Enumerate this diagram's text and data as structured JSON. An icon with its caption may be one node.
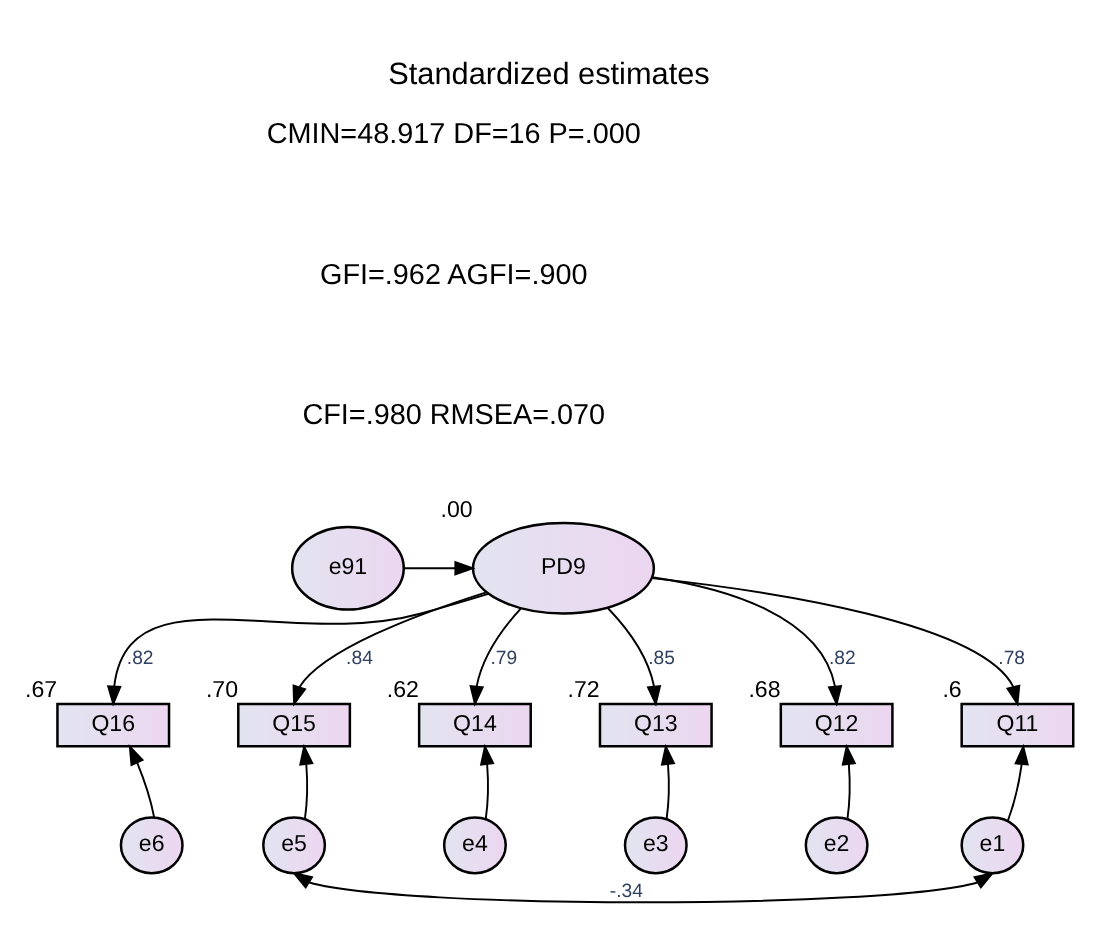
{
  "diagram": {
    "title": "Standardized estimates",
    "nodes": [
      {
        "text": [
          "e91"
        ]
      },
      {
        "text": [
          "PD9"
        ],
        "beside": [
          ".00"
        ]
      },
      {
        "text": [
          "Q16"
        ],
        "beside": [
          ".67"
        ]
      },
      {
        "text": [
          "Q15"
        ],
        "beside": [
          ".70"
        ]
      },
      {
        "text": [
          "Q14"
        ],
        "beside": [
          ".62"
        ]
      },
      {
        "text": [
          "Q13"
        ],
        "beside": [
          ".72"
        ]
      },
      {
        "text": [
          "Q12"
        ],
        "beside": [
          ".68"
        ]
      },
      {
        "text": [
          "Q11"
        ],
        "beside": [
          ".6"
        ]
      },
      {
        "text": [
          "e6"
        ]
      },
      {
        "text": [
          "e5"
        ]
      },
      {
        "text": [
          "e4"
        ]
      },
      {
        "text": [
          "e3"
        ]
      },
      {
        "text": [
          "e2"
        ]
      },
      {
        "text": [
          "e1"
        ]
      }
    ],
    "edges": [
      {
        "from": 0,
        "to": 1,
        "arrow": "to"
      },
      {
        "from": 1,
        "to": 2,
        "arrow": "to",
        "label": ".82"
      },
      {
        "from": 1,
        "to": 3,
        "arrow": "to",
        "label": ".84"
      },
      {
        "from": 1,
        "to": 4,
        "arrow": "to",
        "label": ".79"
      },
      {
        "from": 1,
        "to": 5,
        "arrow": "to",
        "label": ".85"
      },
      {
        "from": 1,
        "to": 6,
        "arrow": "to",
        "label": ".82"
      },
      {
        "from": 1,
        "to": 7,
        "arrow": "to",
        "label": ".78"
      },
      {
        "from": 8,
        "to": 2,
        "arrow": "to"
      },
      {
        "from": 9,
        "to": 3,
        "arrow": "to"
      },
      {
        "from": 10,
        "to": 4,
        "arrow": "to"
      },
      {
        "from": 11,
        "to": 5,
        "arrow": "to"
      },
      {
        "from": 12,
        "to": 6,
        "arrow": "to"
      },
      {
        "from": 13,
        "to": 7,
        "arrow": "to"
      },
      {
        "from": 9,
        "to": 13,
        "arrow": "both",
        "label": "-.34"
      }
    ],
    "labels": [
      "CMIN=48.917 DF=16 P=.000",
      "GFI=.962 AGFI=.900",
      "CFI=.980 RMSEA=.070"
    ]
  }
}
